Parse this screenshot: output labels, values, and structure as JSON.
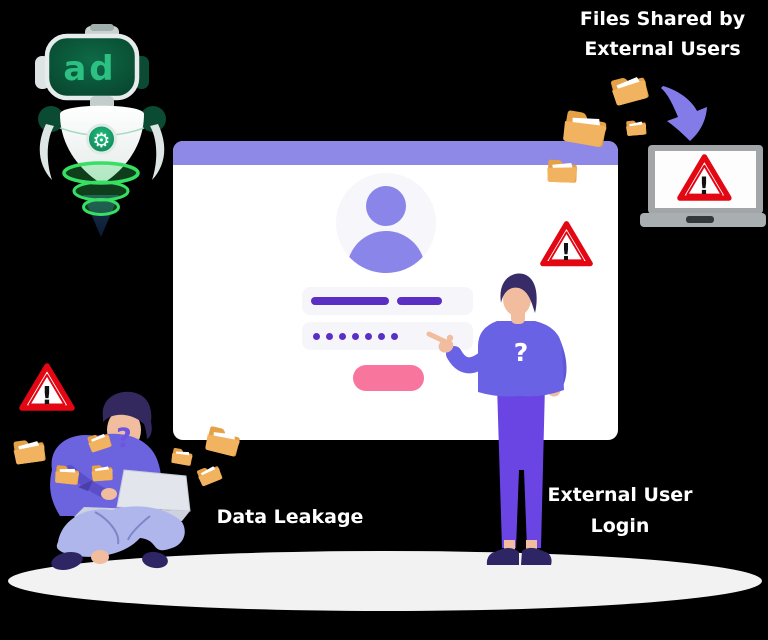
{
  "illustration": {
    "background_color": "#000000",
    "captions": {
      "files_shared_line1": "Files Shared by",
      "files_shared_line2": "External Users",
      "data_leakage": "Data Leakage",
      "external_login_line1": "External User",
      "external_login_line2": "Login"
    },
    "robot": {
      "logo_text": "ad",
      "gear_icon": "⚙"
    },
    "login_card": {
      "password_dot_count": 7,
      "username_bar_count": 2,
      "colors": {
        "header": "#8E88E6",
        "avatar": "#8A85E8",
        "accent": "#5B2FC4",
        "button": "#F8759E",
        "field_bg": "#F6F6FA"
      }
    },
    "warning_exclamation": "!",
    "external_user_question_mark": "?",
    "data_leakage_user_question_mark": "?",
    "colors": {
      "folder_orange": "#EFAD55",
      "warning_red": "#E30613",
      "arrow_purple": "#837BE8",
      "ground_shadow": "#F2F2F3",
      "robot_green": "#2CC183"
    }
  }
}
